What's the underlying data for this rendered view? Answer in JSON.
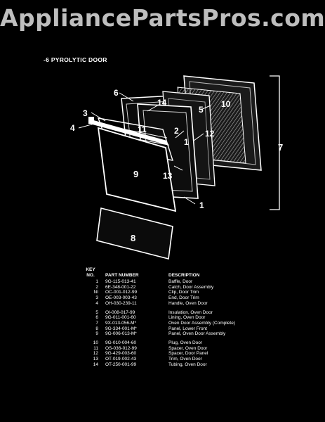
{
  "watermark": "AppliancePartsPros.com",
  "section_title": "-6 PYROLYTIC DOOR",
  "callouts": {
    "c1a": "1",
    "c1b": "1",
    "c2": "2",
    "c3": "3",
    "c4": "4",
    "c5": "5",
    "c6": "6",
    "c7": "7",
    "c8": "8",
    "c9": "9",
    "c10": "10",
    "c11": "11",
    "c12": "12",
    "c13": "13",
    "c14": "14"
  },
  "table": {
    "headers": {
      "key_top": "KEY",
      "key_bottom": "NO.",
      "part": "PART NUMBER",
      "desc": "DESCRIPTION"
    },
    "rows": [
      {
        "key": "1",
        "part": "9G-115-013-41",
        "desc": "Baffle, Door"
      },
      {
        "key": "2",
        "part": "6E-348-001-22",
        "desc": "Catch, Door Assembly"
      },
      {
        "key": "NI",
        "part": "OC-001-012-99",
        "desc": "Clip, Door Trim"
      },
      {
        "key": "3",
        "part": "OE-003-003-43",
        "desc": "End, Door Trim"
      },
      {
        "key": "4",
        "part": "OH-030-239-11",
        "desc": "Handle, Oven Door"
      },
      {
        "key": "5",
        "part": "OI-008-017-99",
        "desc": "Insulation, Oven Door"
      },
      {
        "key": "6",
        "part": "9G-011-001-60",
        "desc": "Lining, Oven Door"
      },
      {
        "key": "7",
        "part": "9X-013-056-M*",
        "desc": "Oven Door Assembly (Complete)"
      },
      {
        "key": "8",
        "part": "9G-334-001-M*",
        "desc": "Panel, Lower Front"
      },
      {
        "key": "9",
        "part": "9G-006-013-M*",
        "desc": "Panel, Oven Door Assembly"
      },
      {
        "key": "10",
        "part": "9G-010-004-60",
        "desc": "Plug, Oven Door"
      },
      {
        "key": "11",
        "part": "OS-036-012-99",
        "desc": "Spacer, Oven Door"
      },
      {
        "key": "12",
        "part": "9G-429-003-60",
        "desc": "Spacer, Door Panel"
      },
      {
        "key": "13",
        "part": "OT-019-002-43",
        "desc": "Trim, Oven Door"
      },
      {
        "key": "14",
        "part": "OT-250-001-99",
        "desc": "Tubing, Oven Door"
      }
    ]
  }
}
